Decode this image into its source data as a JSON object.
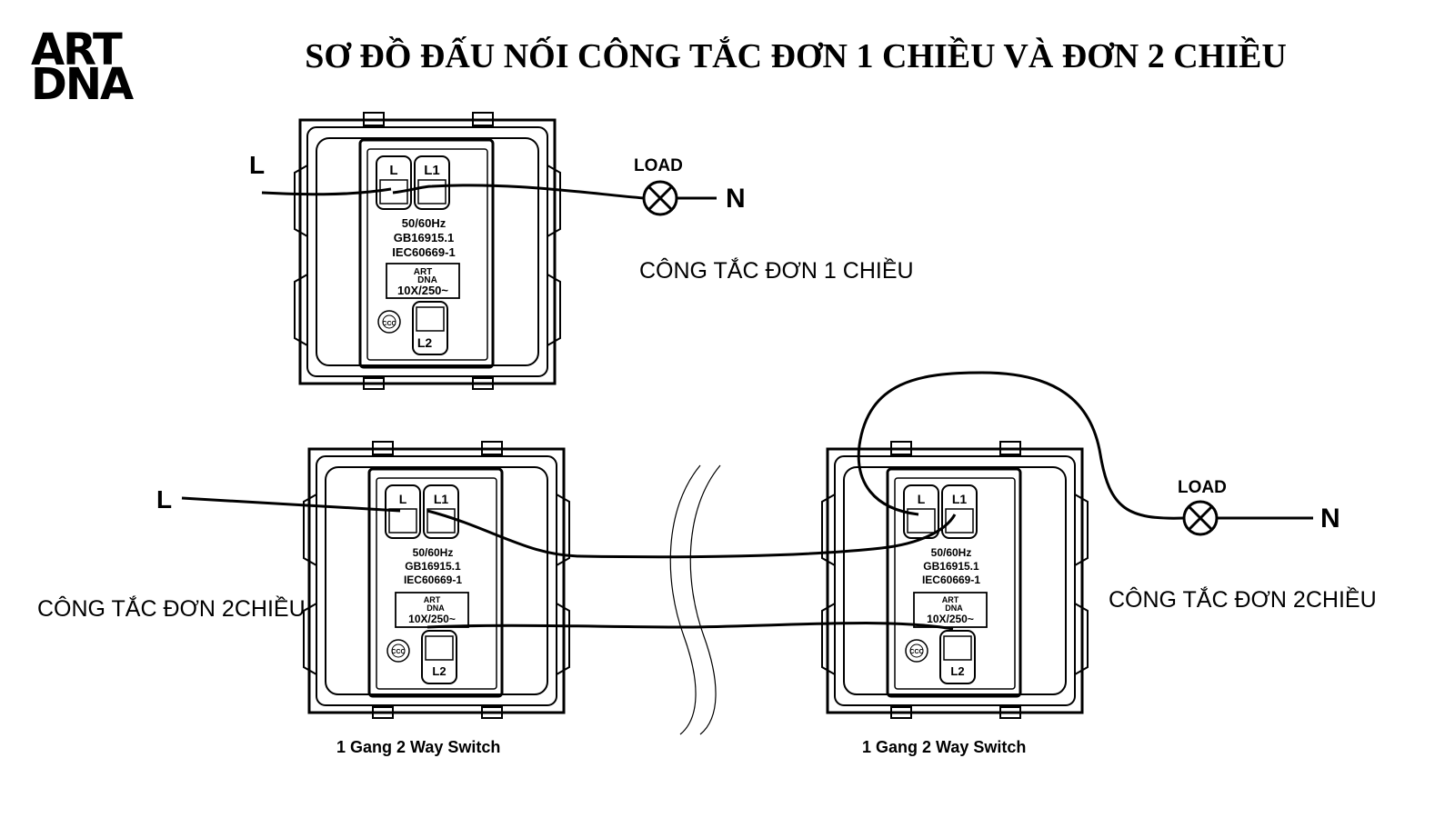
{
  "logo": {
    "line1": "ART",
    "line2": "DNA"
  },
  "title": "SƠ ĐỒ ĐẤU NỐI CÔNG TẮC ĐƠN 1 CHIỀU VÀ ĐƠN 2 CHIỀU",
  "switch_face": {
    "terminal_l": "L",
    "terminal_l1": "L1",
    "terminal_l2": "L2",
    "spec1": "50/60Hz",
    "spec2": "GB16915.1",
    "spec3": "IEC60669-1",
    "badge_brand1": "ART",
    "badge_brand2": "DNA",
    "rating": "10X/250~",
    "cert_mark": "CCC"
  },
  "top": {
    "live": "L",
    "load": "LOAD",
    "neutral": "N",
    "caption": "CÔNG TẮC ĐƠN 1 CHIỀU"
  },
  "bottom": {
    "live": "L",
    "load": "LOAD",
    "neutral": "N",
    "caption_left": "CÔNG TẮC ĐƠN 2CHIỀU",
    "caption_right": "CÔNG TẮC ĐƠN 2CHIỀU",
    "sublabel_left": "1 Gang 2 Way Switch",
    "sublabel_right": "1 Gang 2 Way Switch"
  },
  "colors": {
    "line": "#000000",
    "background": "#ffffff"
  }
}
